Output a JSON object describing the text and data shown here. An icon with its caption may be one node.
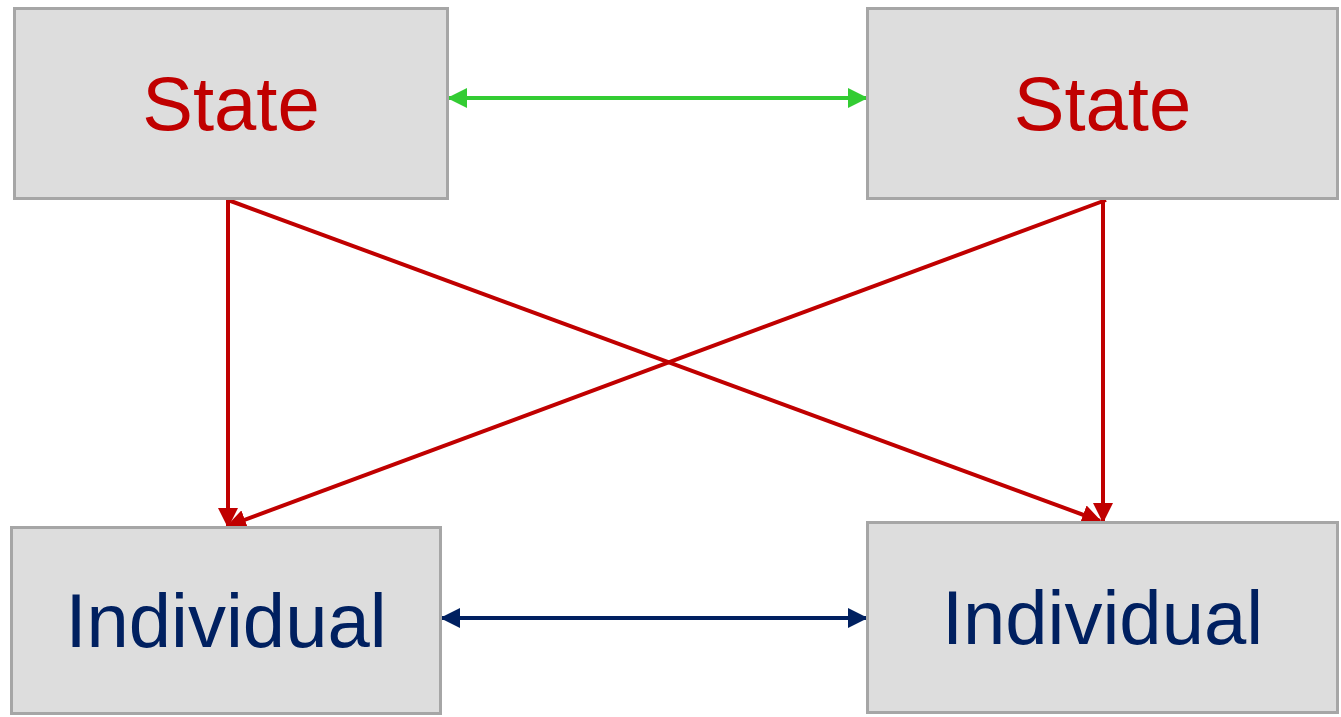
{
  "diagram": {
    "nodes": [
      {
        "text": [
          "State"
        ]
      },
      {
        "text": [
          "State"
        ]
      },
      {
        "text": [
          "Individual"
        ]
      },
      {
        "text": [
          "Individual"
        ]
      }
    ],
    "edges": [
      {
        "from": 0,
        "to": 1,
        "arrow": "both",
        "color": "#33cc33"
      },
      {
        "from": 0,
        "to": 2,
        "arrow": "to"
      },
      {
        "from": 0,
        "to": 3,
        "arrow": "to"
      },
      {
        "from": 1,
        "to": 2,
        "arrow": "to"
      },
      {
        "from": 1,
        "to": 3,
        "arrow": "to"
      },
      {
        "from": 2,
        "to": 3,
        "arrow": "both",
        "color": "#002060"
      }
    ]
  }
}
